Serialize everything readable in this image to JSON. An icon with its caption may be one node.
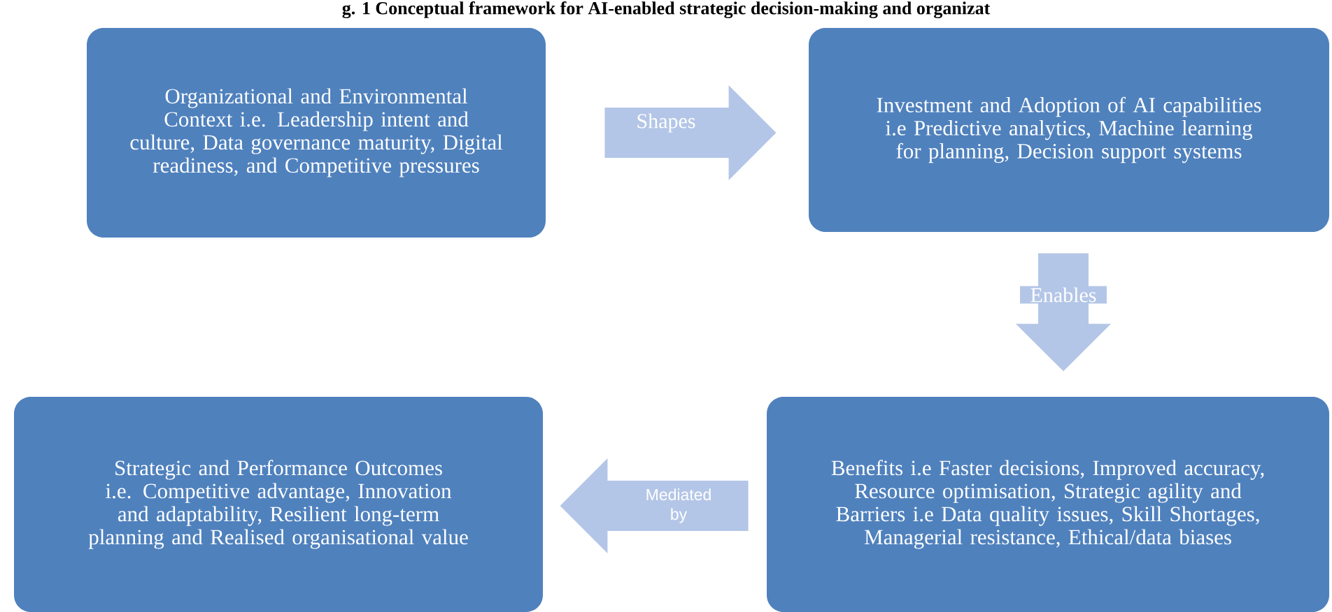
{
  "diagram": {
    "title": "g. 1 Conceptual framework for AI-enabled strategic decision-making and organizat",
    "nodes": [
      {
        "text": [
          "Organizational and Environmental Context i.e. Leadership intent and culture, Data governance maturity, Digital readiness, and Competitive pressures"
        ]
      },
      {
        "text": [
          "Investment and Adoption of AI capabilities i.e Predictive analytics, Machine learning for planning, Decision support systems"
        ]
      },
      {
        "text": [
          "Benefits i.e Faster decisions, Improved accuracy, Resource optimisation, Strategic agility and Barriers i.e Data quality issues, Skill Shortages, Managerial resistance, Ethical/data biases"
        ]
      },
      {
        "text": [
          "Strategic and Performance Outcomes i.e. Competitive advantage, Innovation and adaptability, Resilient long-term planning and Realised organisational value"
        ]
      }
    ],
    "edges": [
      {
        "from": 0,
        "to": 1,
        "arrow": "to",
        "label": "Shapes"
      },
      {
        "from": 1,
        "to": 2,
        "arrow": "to",
        "label": "Enables"
      },
      {
        "from": 2,
        "to": 3,
        "arrow": "to",
        "label": "Mediated by"
      }
    ]
  }
}
